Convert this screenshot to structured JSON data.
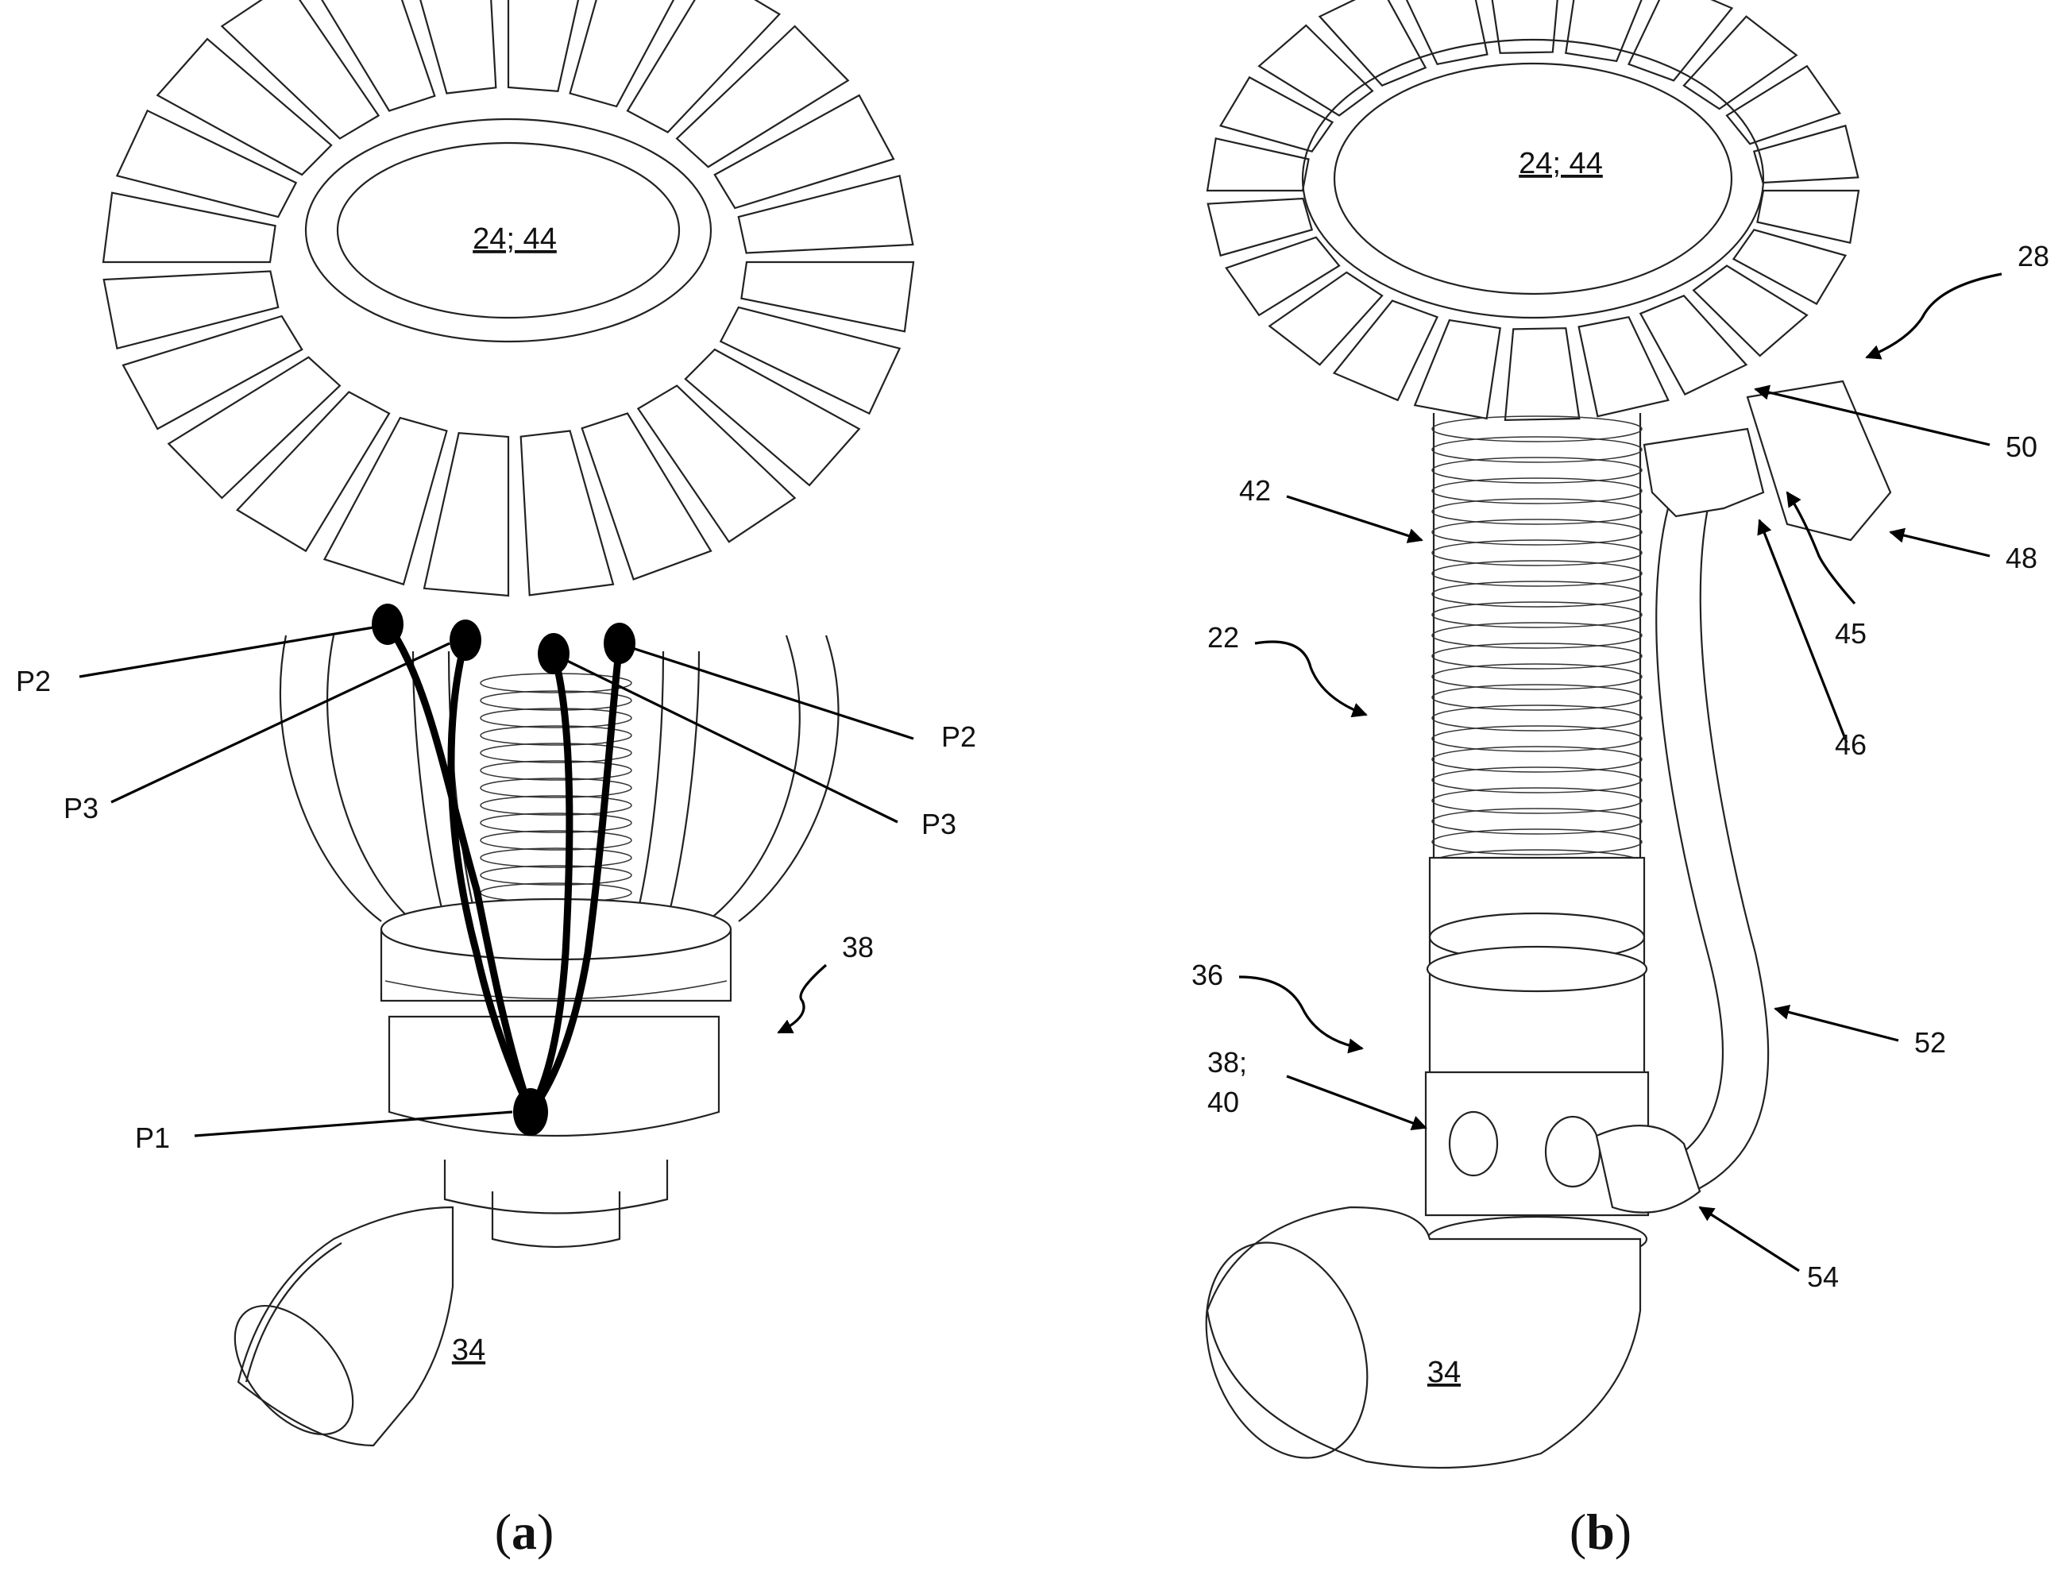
{
  "panel_a": {
    "caption": "a",
    "labels": {
      "plate": "24; 44",
      "p2_left": "P2",
      "p3_left": "P3",
      "p2_right": "P2",
      "p3_right": "P3",
      "ref_38": "38",
      "p1": "P1",
      "elbow": "34"
    }
  },
  "panel_b": {
    "caption": "b",
    "labels": {
      "plate": "24; 44",
      "ref_28": "28",
      "ref_50": "50",
      "ref_42": "42",
      "ref_48": "48",
      "ref_45": "45",
      "ref_22": "22",
      "ref_46": "46",
      "ref_36": "36",
      "ref_52": "52",
      "ref_38_40_line1": "38;",
      "ref_38_40_line2": "40",
      "ref_54": "54",
      "elbow": "34"
    }
  }
}
